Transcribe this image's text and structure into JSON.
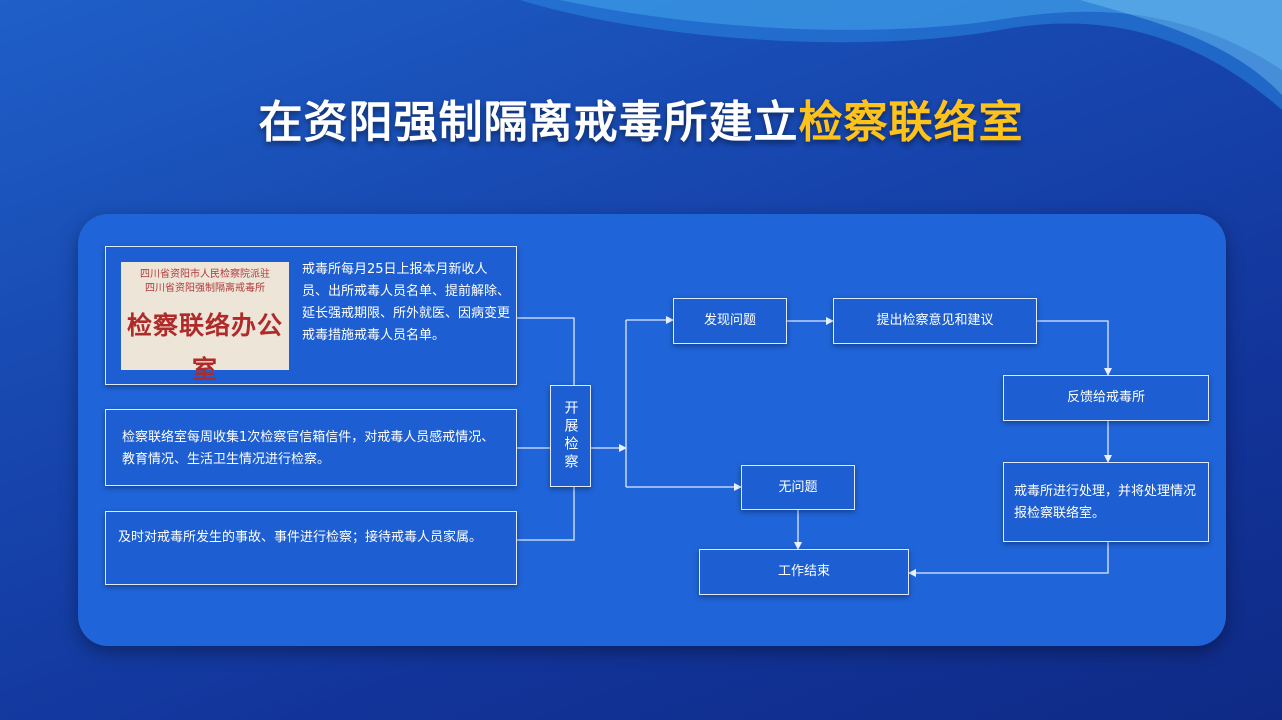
{
  "title": {
    "main": "在资阳强制隔离戒毒所建立",
    "highlight": "检察联络室"
  },
  "colors": {
    "title": "#ffffff",
    "highlight": "#ffc21a",
    "panel": "#1f64d8",
    "box_border": "#dfe9ff",
    "stamp_text": "#b02a2a"
  },
  "stamp": {
    "line1": "四川省资阳市人民检察院派驻",
    "line2": "四川省资阳强制隔离戒毒所",
    "line3": "检察联络办公室"
  },
  "inputs": [
    {
      "text": "戒毒所每月25日上报本月新收人员、出所戒毒人员名单、提前解除、延长强戒期限、所外就医、因病变更戒毒措施戒毒人员名单。"
    },
    {
      "text": "检察联络室每周收集1次检察官信箱信件，对戒毒人员感戒情况、教育情况、生活卫生情况进行检察。"
    },
    {
      "text": "及时对戒毒所发生的事故、事件进行检察；接待戒毒人员家属。"
    }
  ],
  "hub": {
    "label": "开展检察"
  },
  "flow": {
    "found_problem": "发现问题",
    "suggestion": "提出检察意见和建议",
    "feedback": "反馈给戒毒所",
    "handle": "戒毒所进行处理，并将处理情况报检察联络室。",
    "no_problem": "无问题",
    "end": "工作结束"
  }
}
